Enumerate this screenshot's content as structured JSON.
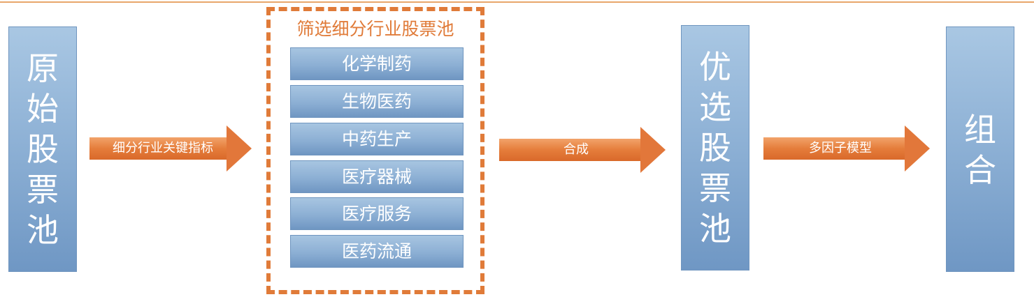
{
  "raw_pool": {
    "chars": [
      "原",
      "始",
      "股",
      "票",
      "池"
    ]
  },
  "step1_arrow": {
    "label": "细分行业关键指标"
  },
  "industry_pool": {
    "title": "筛选细分行业股票池",
    "items": [
      "化学制药",
      "生物医药",
      "中药生产",
      "医疗器械",
      "医疗服务",
      "医药流通"
    ]
  },
  "step2_arrow": {
    "label": "合成"
  },
  "selected_pool": {
    "chars": [
      "优",
      "选",
      "股",
      "票",
      "池"
    ]
  },
  "step3_arrow": {
    "label": "多因子模型"
  },
  "portfolio": {
    "chars": [
      "组",
      "合"
    ]
  },
  "colors": {
    "box_blue": "#8fb2d6",
    "arrow_orange": "#e57d3b",
    "dashed_frame": "#e07b39"
  }
}
